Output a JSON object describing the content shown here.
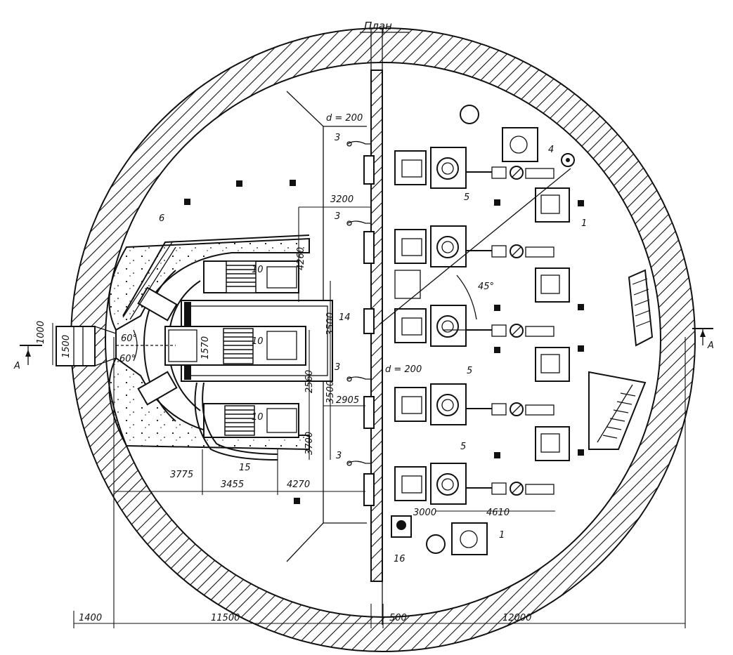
{
  "title": "План",
  "section_mark": "А",
  "callouts": {
    "pipe_diameter": "d = 200",
    "angle_45": "45°",
    "angle_60": "60°"
  },
  "item_numbers": [
    "1",
    "3",
    "4",
    "5",
    "6",
    "10",
    "14",
    "15",
    "16"
  ],
  "dimensions": {
    "wall_left": "1400",
    "left_half": "11500",
    "partition": "500",
    "right_half": "12000",
    "d3200": "3200",
    "d4260": "4260",
    "d3500a": "3500",
    "d3500b": "3500",
    "d2560": "2560",
    "d2905": "2905",
    "d3700": "3700",
    "d3775": "3775",
    "d3455": "3455",
    "d4270": "4270",
    "d1000": "1000",
    "d1500": "1500",
    "d1570": "1570",
    "d3000": "3000",
    "d4610": "4610"
  }
}
